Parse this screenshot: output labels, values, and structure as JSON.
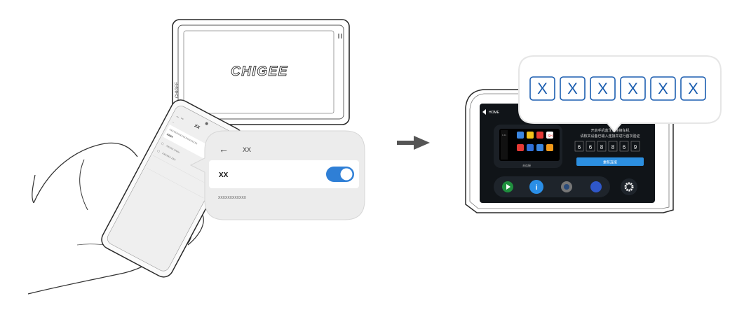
{
  "left_device": {
    "brand_logo": "CHIGEE",
    "phone_screen": {
      "title": "XX",
      "row_1": "XXXXXXXXXXXXXXXXXXXXX",
      "row_2": "XXXX",
      "item_1": "XXXXX XXXX",
      "item_2": "XXXXXX XXX"
    },
    "callout": {
      "title": "XX",
      "toggle_label": "XX",
      "toggle_state": "on",
      "code_line": "XXXXXXXXXXXX"
    }
  },
  "right_device": {
    "home_label": "HOME",
    "apps_caption": "未连接",
    "pairing_line_1": "开启手机蓝牙后连接车机",
    "pairing_line_2": "请核实设备已输入连接并进行首次验证",
    "code_digits": [
      "6",
      "6",
      "8",
      "8",
      "6",
      "9"
    ],
    "confirm_button": "重新连接",
    "callout_code": [
      "X",
      "X",
      "X",
      "X",
      "X",
      "X"
    ]
  },
  "colors": {
    "toggle_blue": "#2f7fd6",
    "code_blue": "#1c5eb0",
    "screen_dark": "#101418",
    "button_blue": "#2c8fe0"
  }
}
